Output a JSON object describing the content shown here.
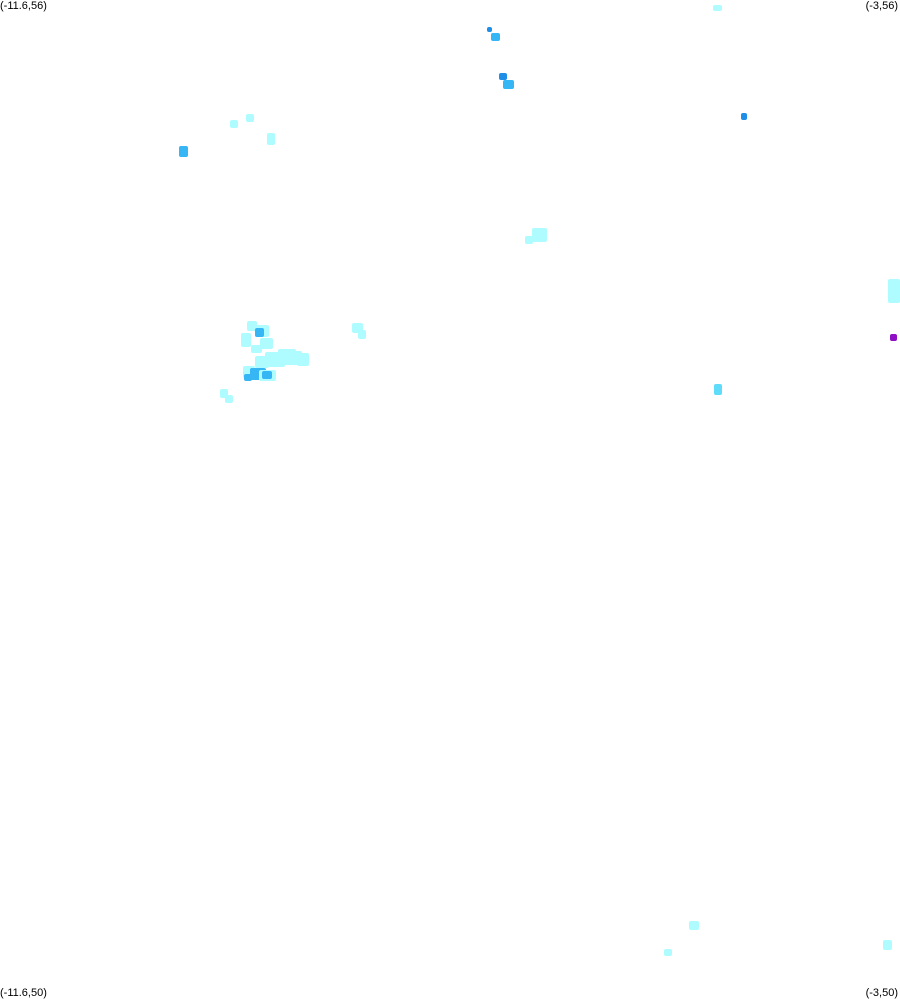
{
  "corner_labels": {
    "top_left": "(-11.6,56)",
    "top_right": "(-3,56)",
    "bottom_left": "(-11.6,50)",
    "bottom_right": "(-3,50)"
  },
  "colors": {
    "background": "#ffffff",
    "cyan_light": "#aefcff",
    "cyan": "#5fdcfa",
    "blue_mid": "#36b6f5",
    "blue": "#1f8ee6",
    "purple": "#8e0fc4"
  }
}
